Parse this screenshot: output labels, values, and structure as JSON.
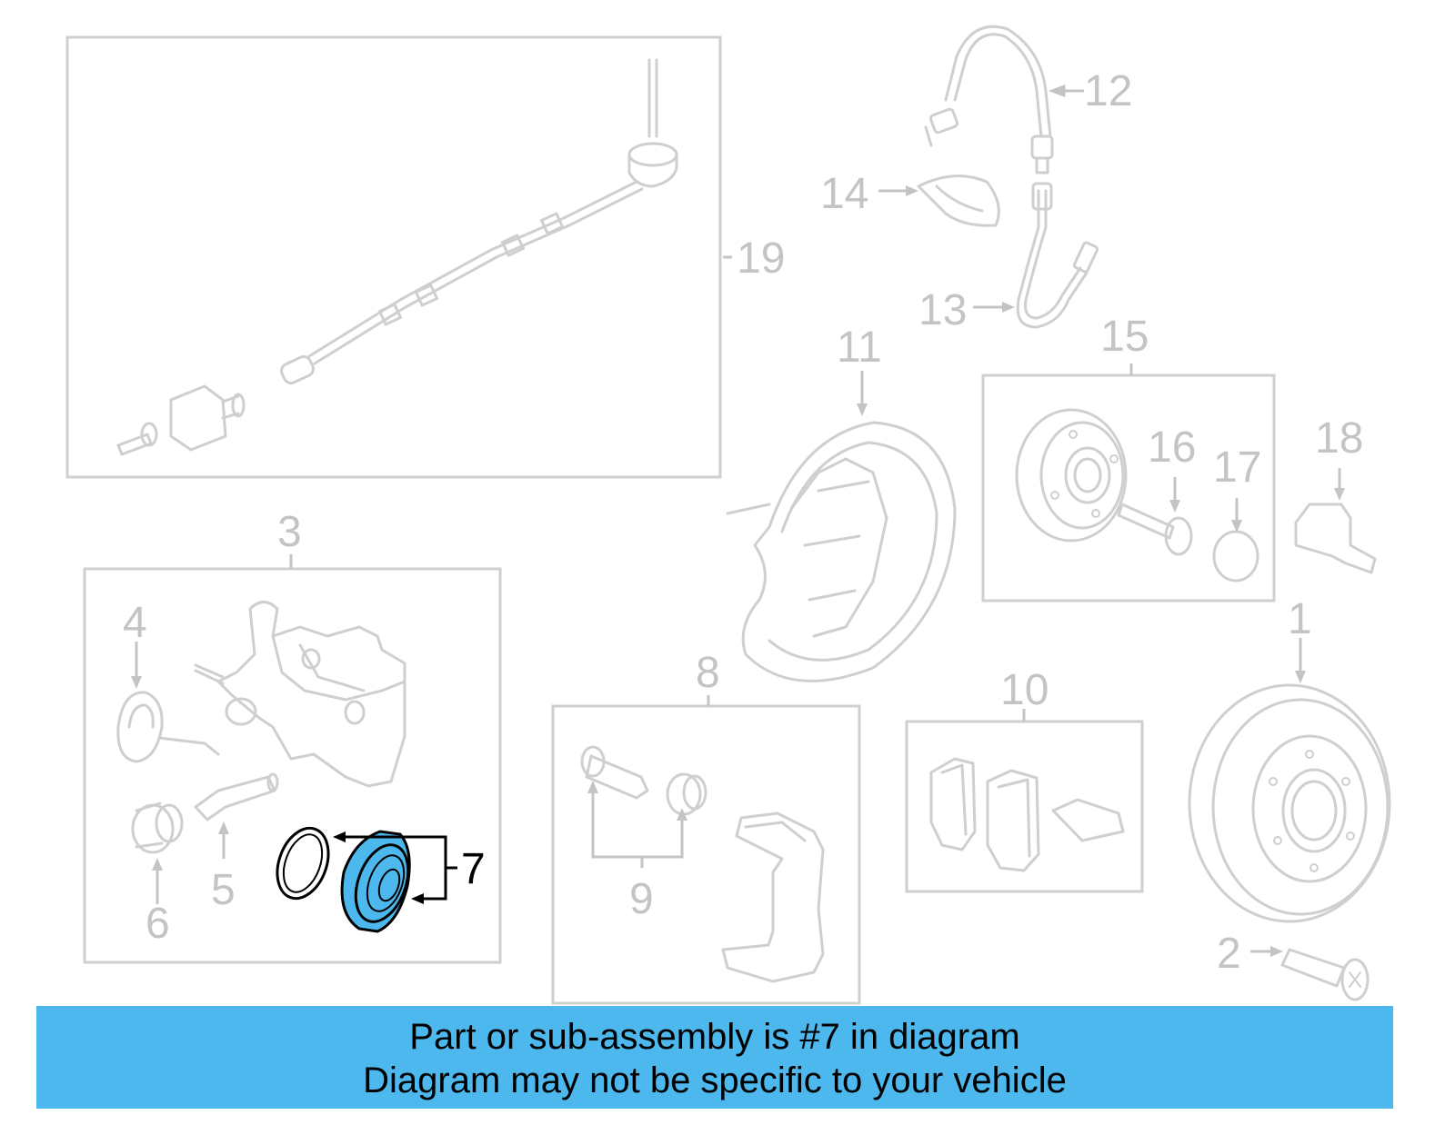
{
  "colors": {
    "highlight": "#4cb8ee",
    "ghost_stroke": "#cfcfcf",
    "callout_text": "#c4c4c4",
    "active_outline": "#000000"
  },
  "highlighted_part": "7",
  "callouts": {
    "c1": "1",
    "c2": "2",
    "c3": "3",
    "c4": "4",
    "c5": "5",
    "c6": "6",
    "c7": "7",
    "c8": "8",
    "c9": "9",
    "c10": "10",
    "c11": "11",
    "c12": "12",
    "c13": "13",
    "c14": "14",
    "c15": "15",
    "c16": "16",
    "c17": "17",
    "c18": "18",
    "c19": "19"
  },
  "banner": {
    "line1": "Part or sub-assembly is #7 in diagram",
    "line2": "Diagram may not be specific to your vehicle"
  }
}
